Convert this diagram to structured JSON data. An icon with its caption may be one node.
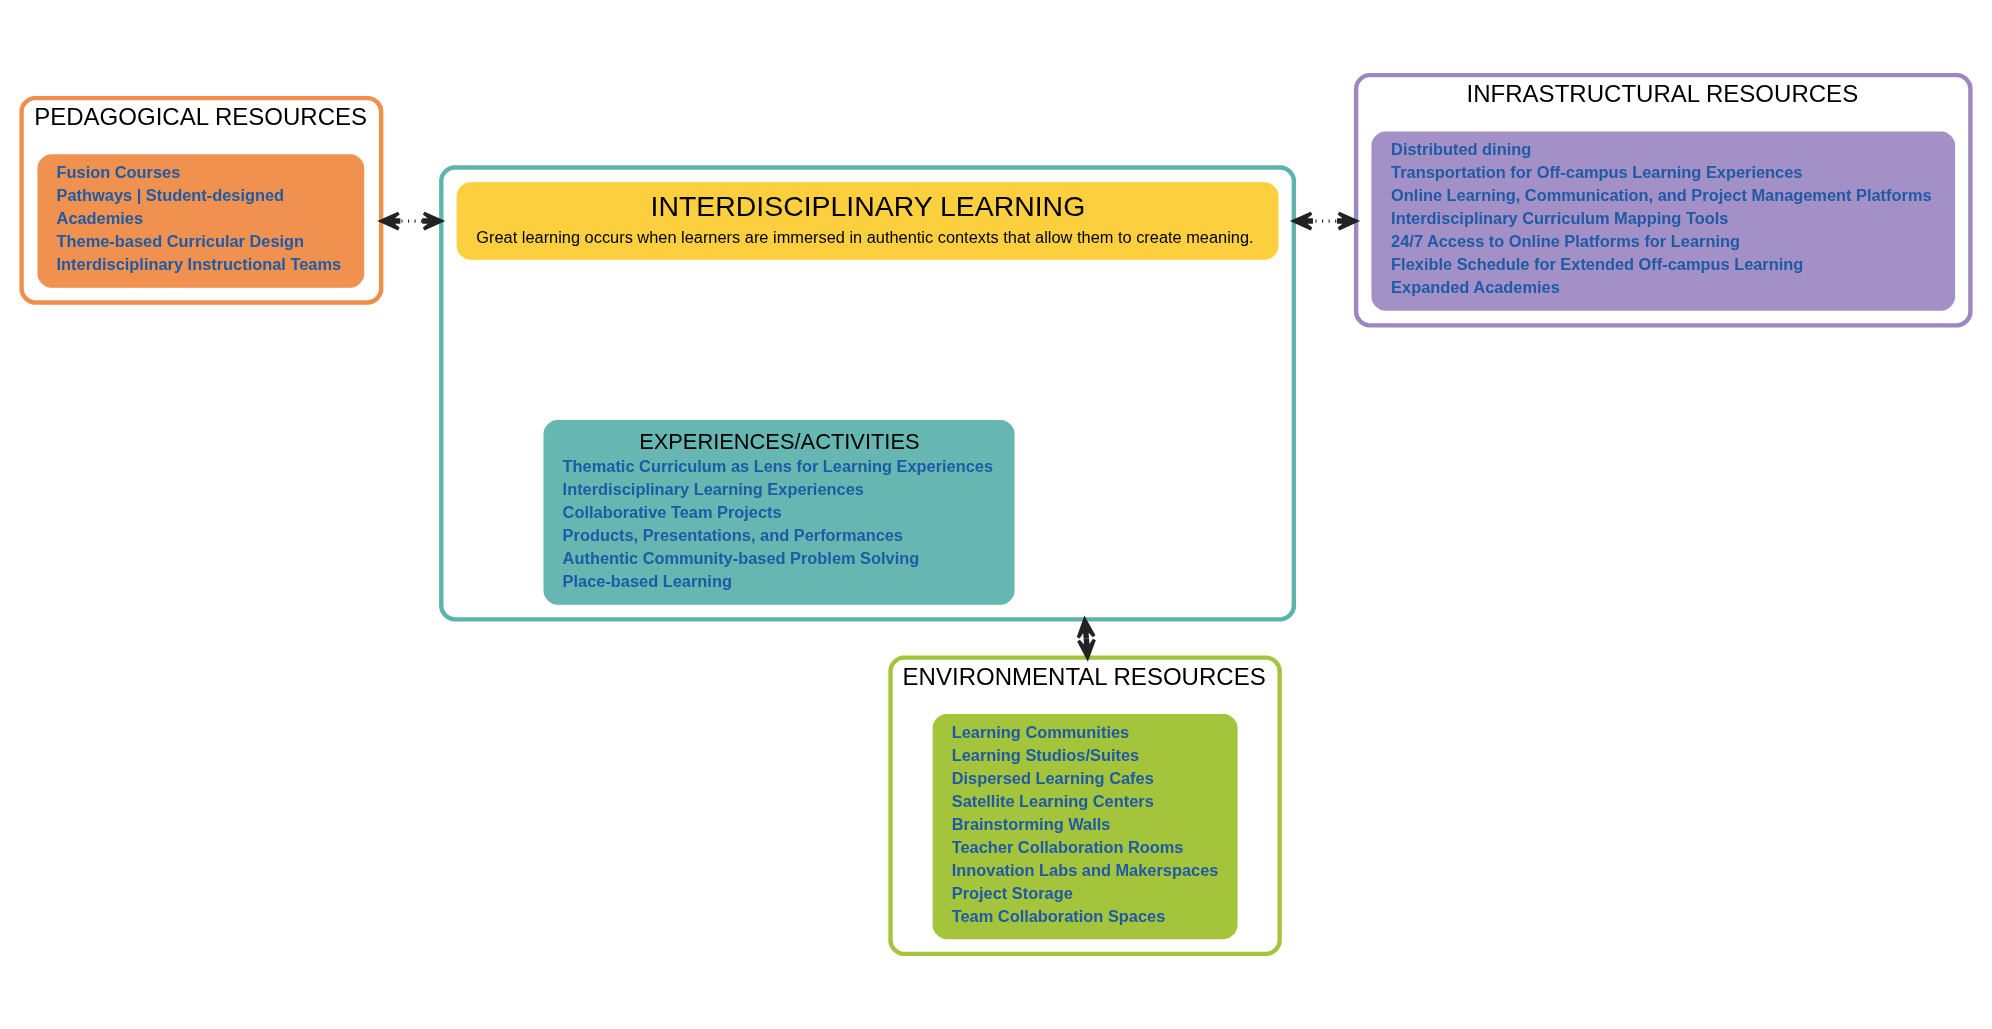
{
  "diagram": {
    "nodes": [
      {
        "text": [],
        "shape": "box"
      },
      {
        "text": [
          "INTERDISCIPLINARY LEARNING",
          "Great learning occurs when learners are immersed in authentic contexts that allow them to create meaning."
        ],
        "in": 0
      },
      {
        "text": [
          "EXPERIENCES/ACTIVITIES",
          "Thematic Curriculum as Lens for Learning Experiences",
          "Interdisciplinary Learning Experiences",
          "Collaborative Team Projects",
          "Products, Presentations, and Performances",
          "Authentic Community-based Problem Solving",
          "Place-based Learning"
        ],
        "in": 0
      },
      {
        "text": [
          "INFRASTRUCTURAL RESOURCES"
        ]
      },
      {
        "text": [
          "Distributed dining",
          "Transportation for Off-campus Learning Experiences",
          "Online Learning, Communication, and Project Management Platforms",
          "Interdisciplinary Curriculum Mapping Tools",
          "24/7 Access to Online Platforms for Learning",
          "Flexible Schedule for Extended Off-campus Learning",
          "Expanded Academies"
        ],
        "in": 3
      },
      {
        "text": [
          "PEDAGOGICAL RESOURCES"
        ]
      },
      {
        "text": [
          "Fusion Courses",
          "Pathways | Student-designed",
          "Academies",
          "Theme-based Curricular Design",
          "Interdisciplinary Instructional Teams"
        ],
        "in": 5
      },
      {
        "text": [
          "ENVIRONMENTAL RESOURCES"
        ]
      },
      {
        "text": [
          "Learning Communities",
          "Learning Studios/Suites",
          "Dispersed Learning Cafes",
          "Satellite Learning Centers",
          "Brainstorming Walls",
          "Teacher Collaboration Rooms",
          "Innovation Labs and Makerspaces",
          "Project Storage",
          "Team Collaboration Spaces"
        ],
        "in": 7
      }
    ],
    "edges": [
      {
        "from": 5,
        "to": 0,
        "arrow": "both",
        "style": "dashed"
      },
      {
        "from": 0,
        "to": 3,
        "arrow": "both",
        "style": "dashed"
      },
      {
        "from": 0,
        "to": 7,
        "arrow": "both",
        "style": "dashed"
      }
    ]
  }
}
